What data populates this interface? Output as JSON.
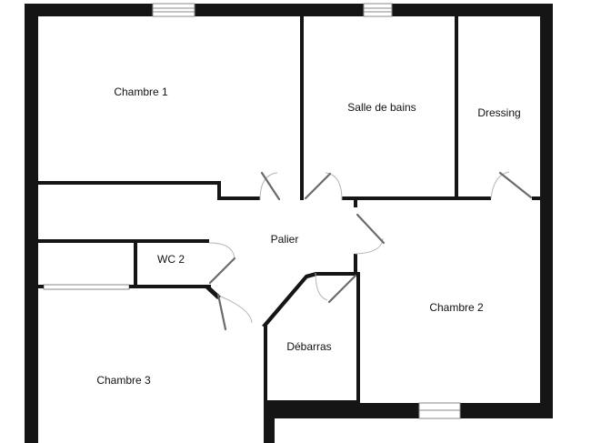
{
  "plan": {
    "rooms": [
      {
        "id": "chambre-1",
        "label": "Chambre 1"
      },
      {
        "id": "salle-de-bains",
        "label": "Salle de bains"
      },
      {
        "id": "dressing",
        "label": "Dressing"
      },
      {
        "id": "palier",
        "label": "Palier"
      },
      {
        "id": "wc-2",
        "label": "WC 2"
      },
      {
        "id": "chambre-2",
        "label": "Chambre 2"
      },
      {
        "id": "debarras",
        "label": "Débarras"
      },
      {
        "id": "chambre-3",
        "label": "Chambre 3"
      }
    ],
    "colors": {
      "wall": "#151515",
      "background": "#ffffff",
      "door_leaf": "#6b6b6b",
      "window_frame": "#8a8a8a"
    }
  }
}
